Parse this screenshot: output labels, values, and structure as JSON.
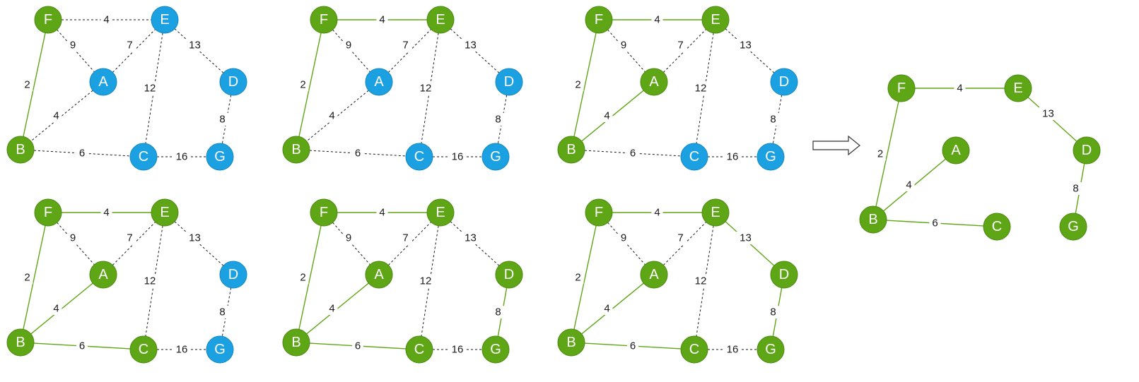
{
  "colors": {
    "in_tree": "#5fa617",
    "in_tree_stroke": "#4a8a10",
    "not_in_tree": "#1ba1e2",
    "not_in_tree_stroke": "#1787c0",
    "chosen_edge": "#5fa617",
    "candidate_edge": "#1a1a1a"
  },
  "nodes": [
    "F",
    "E",
    "A",
    "D",
    "B",
    "C",
    "G"
  ],
  "edges": [
    {
      "u": "F",
      "v": "E",
      "w": "4"
    },
    {
      "u": "F",
      "v": "A",
      "w": "9"
    },
    {
      "u": "F",
      "v": "B",
      "w": "2"
    },
    {
      "u": "A",
      "v": "E",
      "w": "7"
    },
    {
      "u": "E",
      "v": "D",
      "w": "13"
    },
    {
      "u": "E",
      "v": "C",
      "w": "12"
    },
    {
      "u": "A",
      "v": "B",
      "w": "4"
    },
    {
      "u": "D",
      "v": "G",
      "w": "8"
    },
    {
      "u": "B",
      "v": "C",
      "w": "6"
    },
    {
      "u": "C",
      "v": "G",
      "w": "16"
    }
  ],
  "steps": [
    {
      "in_tree": [
        "F",
        "B"
      ],
      "chosen": [
        "F-B"
      ]
    },
    {
      "in_tree": [
        "F",
        "E",
        "B"
      ],
      "chosen": [
        "F-B",
        "F-E"
      ]
    },
    {
      "in_tree": [
        "F",
        "E",
        "A",
        "B"
      ],
      "chosen": [
        "F-B",
        "F-E",
        "A-B"
      ]
    },
    {
      "in_tree": [
        "F",
        "E",
        "A",
        "B",
        "C"
      ],
      "chosen": [
        "F-B",
        "F-E",
        "A-B",
        "B-C"
      ]
    },
    {
      "in_tree": [
        "F",
        "E",
        "A",
        "B",
        "C",
        "D",
        "G"
      ],
      "chosen": [
        "F-B",
        "F-E",
        "A-B",
        "B-C",
        "D-G"
      ]
    },
    {
      "in_tree": [
        "F",
        "E",
        "A",
        "B",
        "C",
        "D",
        "G"
      ],
      "chosen": [
        "F-B",
        "F-E",
        "A-B",
        "B-C",
        "D-G",
        "E-D"
      ]
    }
  ],
  "result": {
    "arrow_icon": "right-arrow-icon",
    "edges": [
      {
        "u": "F",
        "v": "E",
        "w": "4"
      },
      {
        "u": "F",
        "v": "B",
        "w": "2"
      },
      {
        "u": "A",
        "v": "B",
        "w": "4"
      },
      {
        "u": "E",
        "v": "D",
        "w": "13"
      },
      {
        "u": "B",
        "v": "C",
        "w": "6"
      },
      {
        "u": "D",
        "v": "G",
        "w": "8"
      }
    ]
  }
}
